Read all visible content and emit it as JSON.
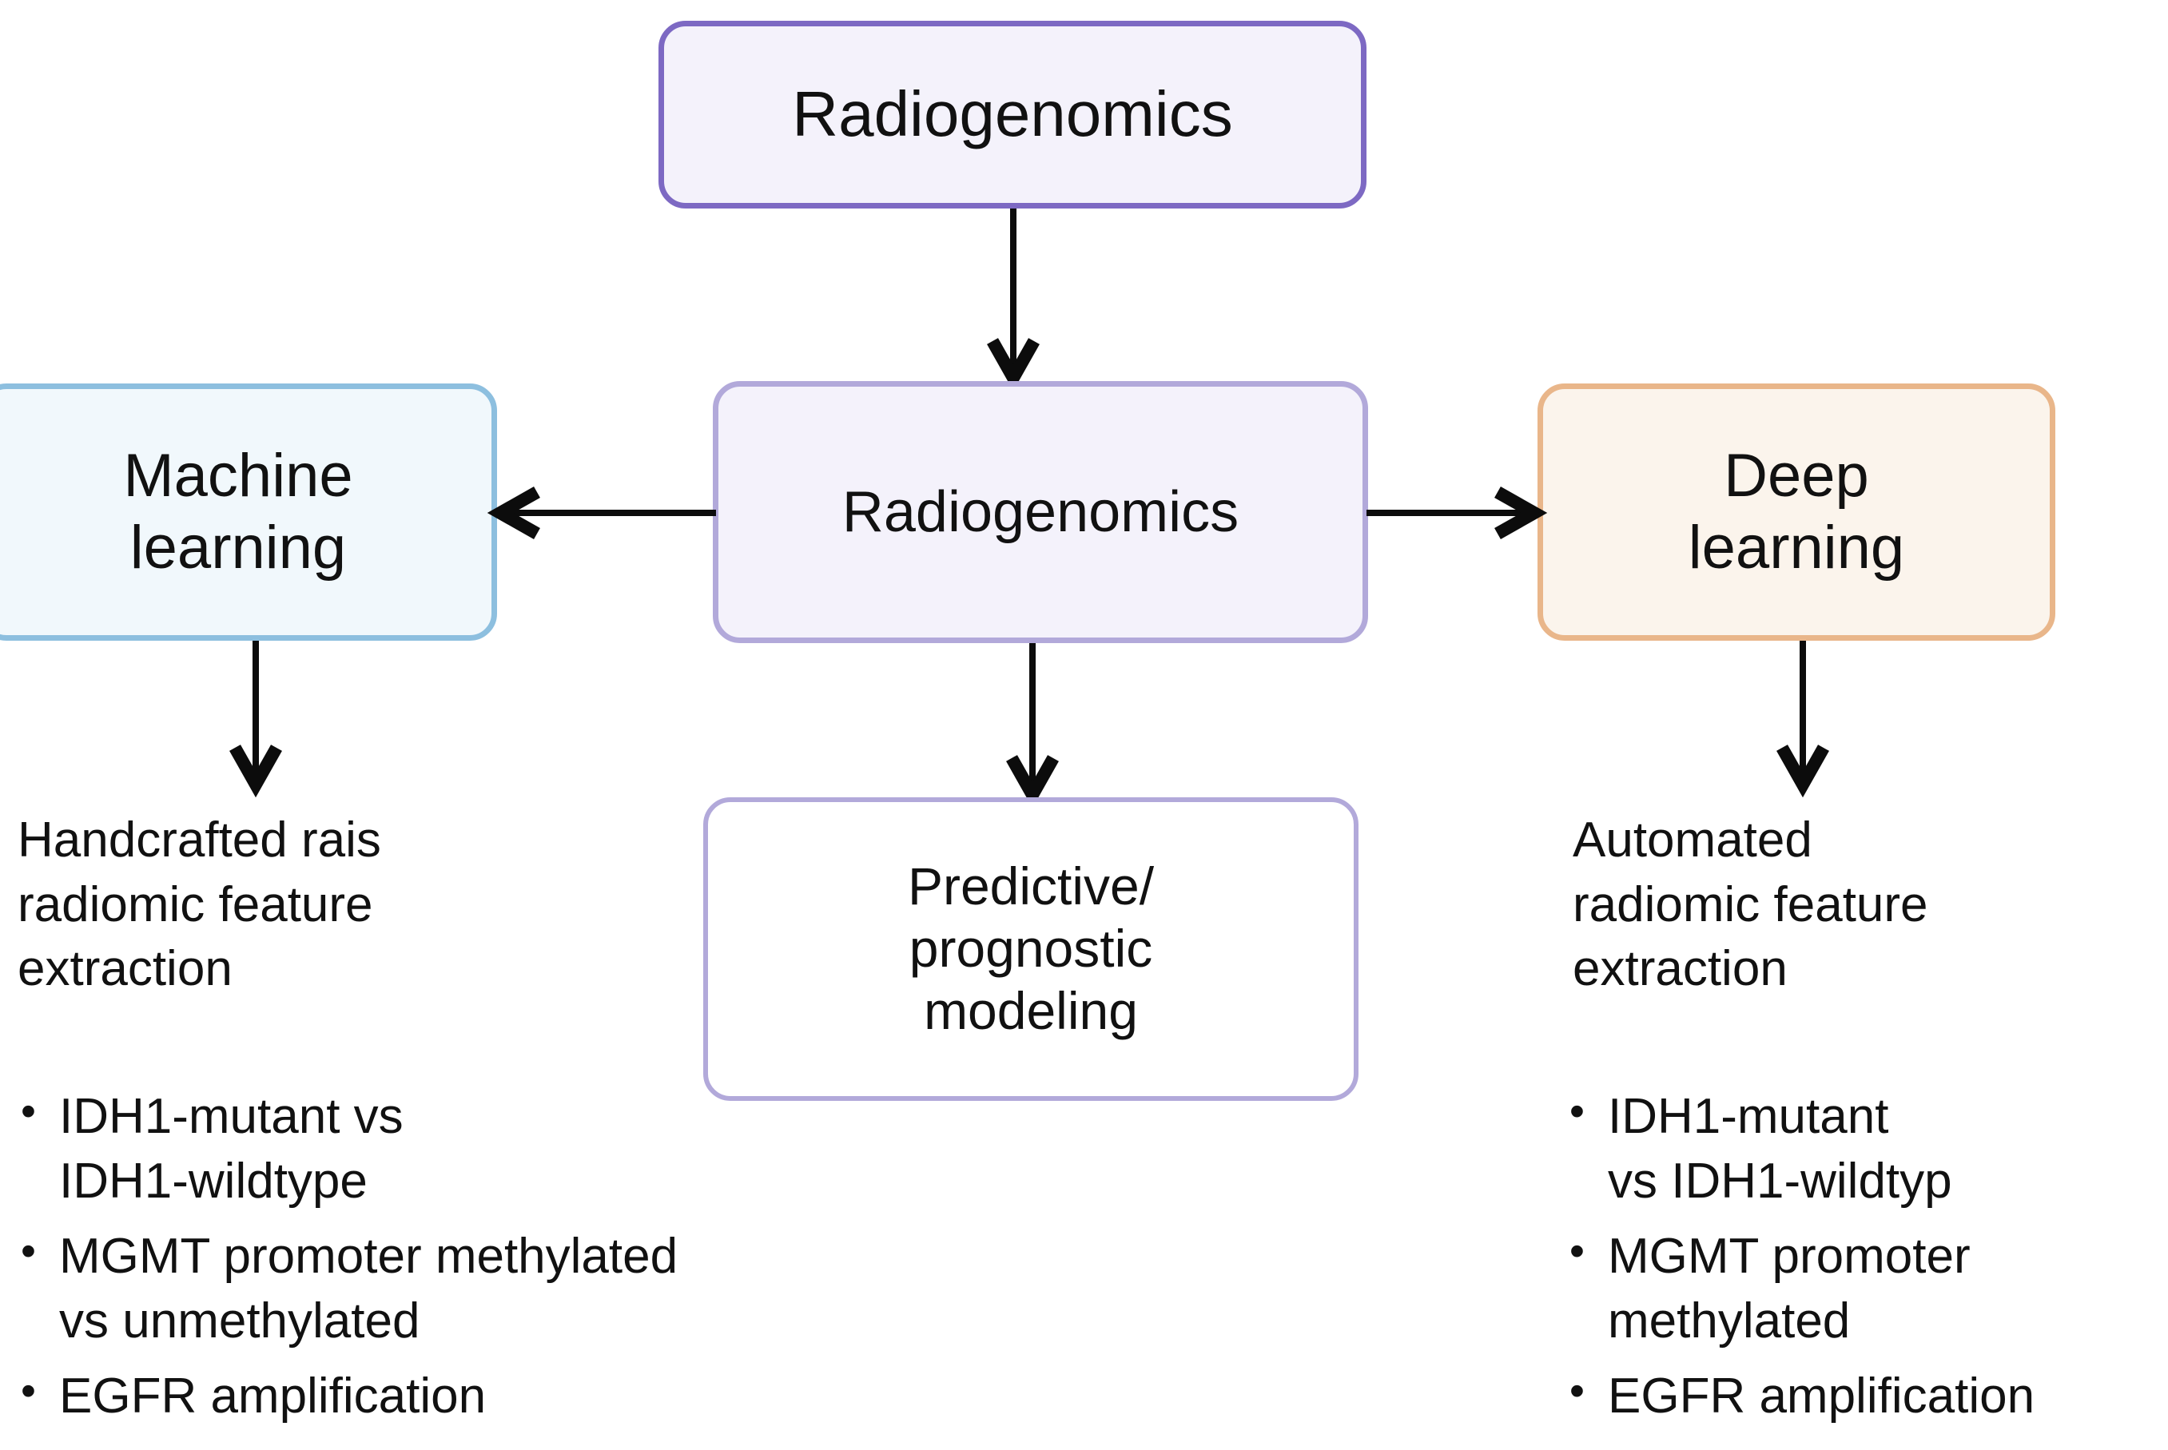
{
  "diagram": {
    "title_node": {
      "label": "Radiogenomics"
    },
    "center_node": {
      "label": "Radiogenomics"
    },
    "left_node": {
      "label": "Machine\nlearning"
    },
    "right_node": {
      "label": "Deep\nlearning"
    },
    "bottom_node": {
      "label": "Predictive/\nprognostic\nmodeling"
    },
    "left_branch": {
      "description": "Handcrafted rais\nradiomic feature\nextraction",
      "bullets": [
        "IDH1-mutant vs\nIDH1-wildtype",
        "MGMT promoter methylated\nvs unmethylated",
        "EGFR amplification"
      ]
    },
    "right_branch": {
      "description": "Automated\nradiomic feature\nextraction",
      "bullets": [
        "IDH1-mutant\nvs IDH1-wildtyp",
        "MGMT promoter\nmethylated",
        "EGFR amplification"
      ]
    },
    "colors": {
      "title_border": "#7d69c3",
      "title_fill": "#f4f2fb",
      "center_border": "#b2a9da",
      "center_fill": "#f4f2fb",
      "left_border": "#8dbfdf",
      "left_fill": "#f1f8fc",
      "right_border": "#e9b68a",
      "right_fill": "#fbf4ec",
      "bottom_border": "#b2a9da",
      "bottom_fill": "#ffffff",
      "arrow": "#0c0c0c",
      "background": "#ffffff",
      "text": "#111111"
    },
    "arrows": [
      {
        "name": "title-to-center",
        "direction": "down"
      },
      {
        "name": "center-to-machine-learning",
        "direction": "left"
      },
      {
        "name": "center-to-deep-learning",
        "direction": "right"
      },
      {
        "name": "center-to-predictive-modeling",
        "direction": "down"
      },
      {
        "name": "machine-learning-to-description",
        "direction": "down"
      },
      {
        "name": "deep-learning-to-description",
        "direction": "down"
      }
    ]
  }
}
